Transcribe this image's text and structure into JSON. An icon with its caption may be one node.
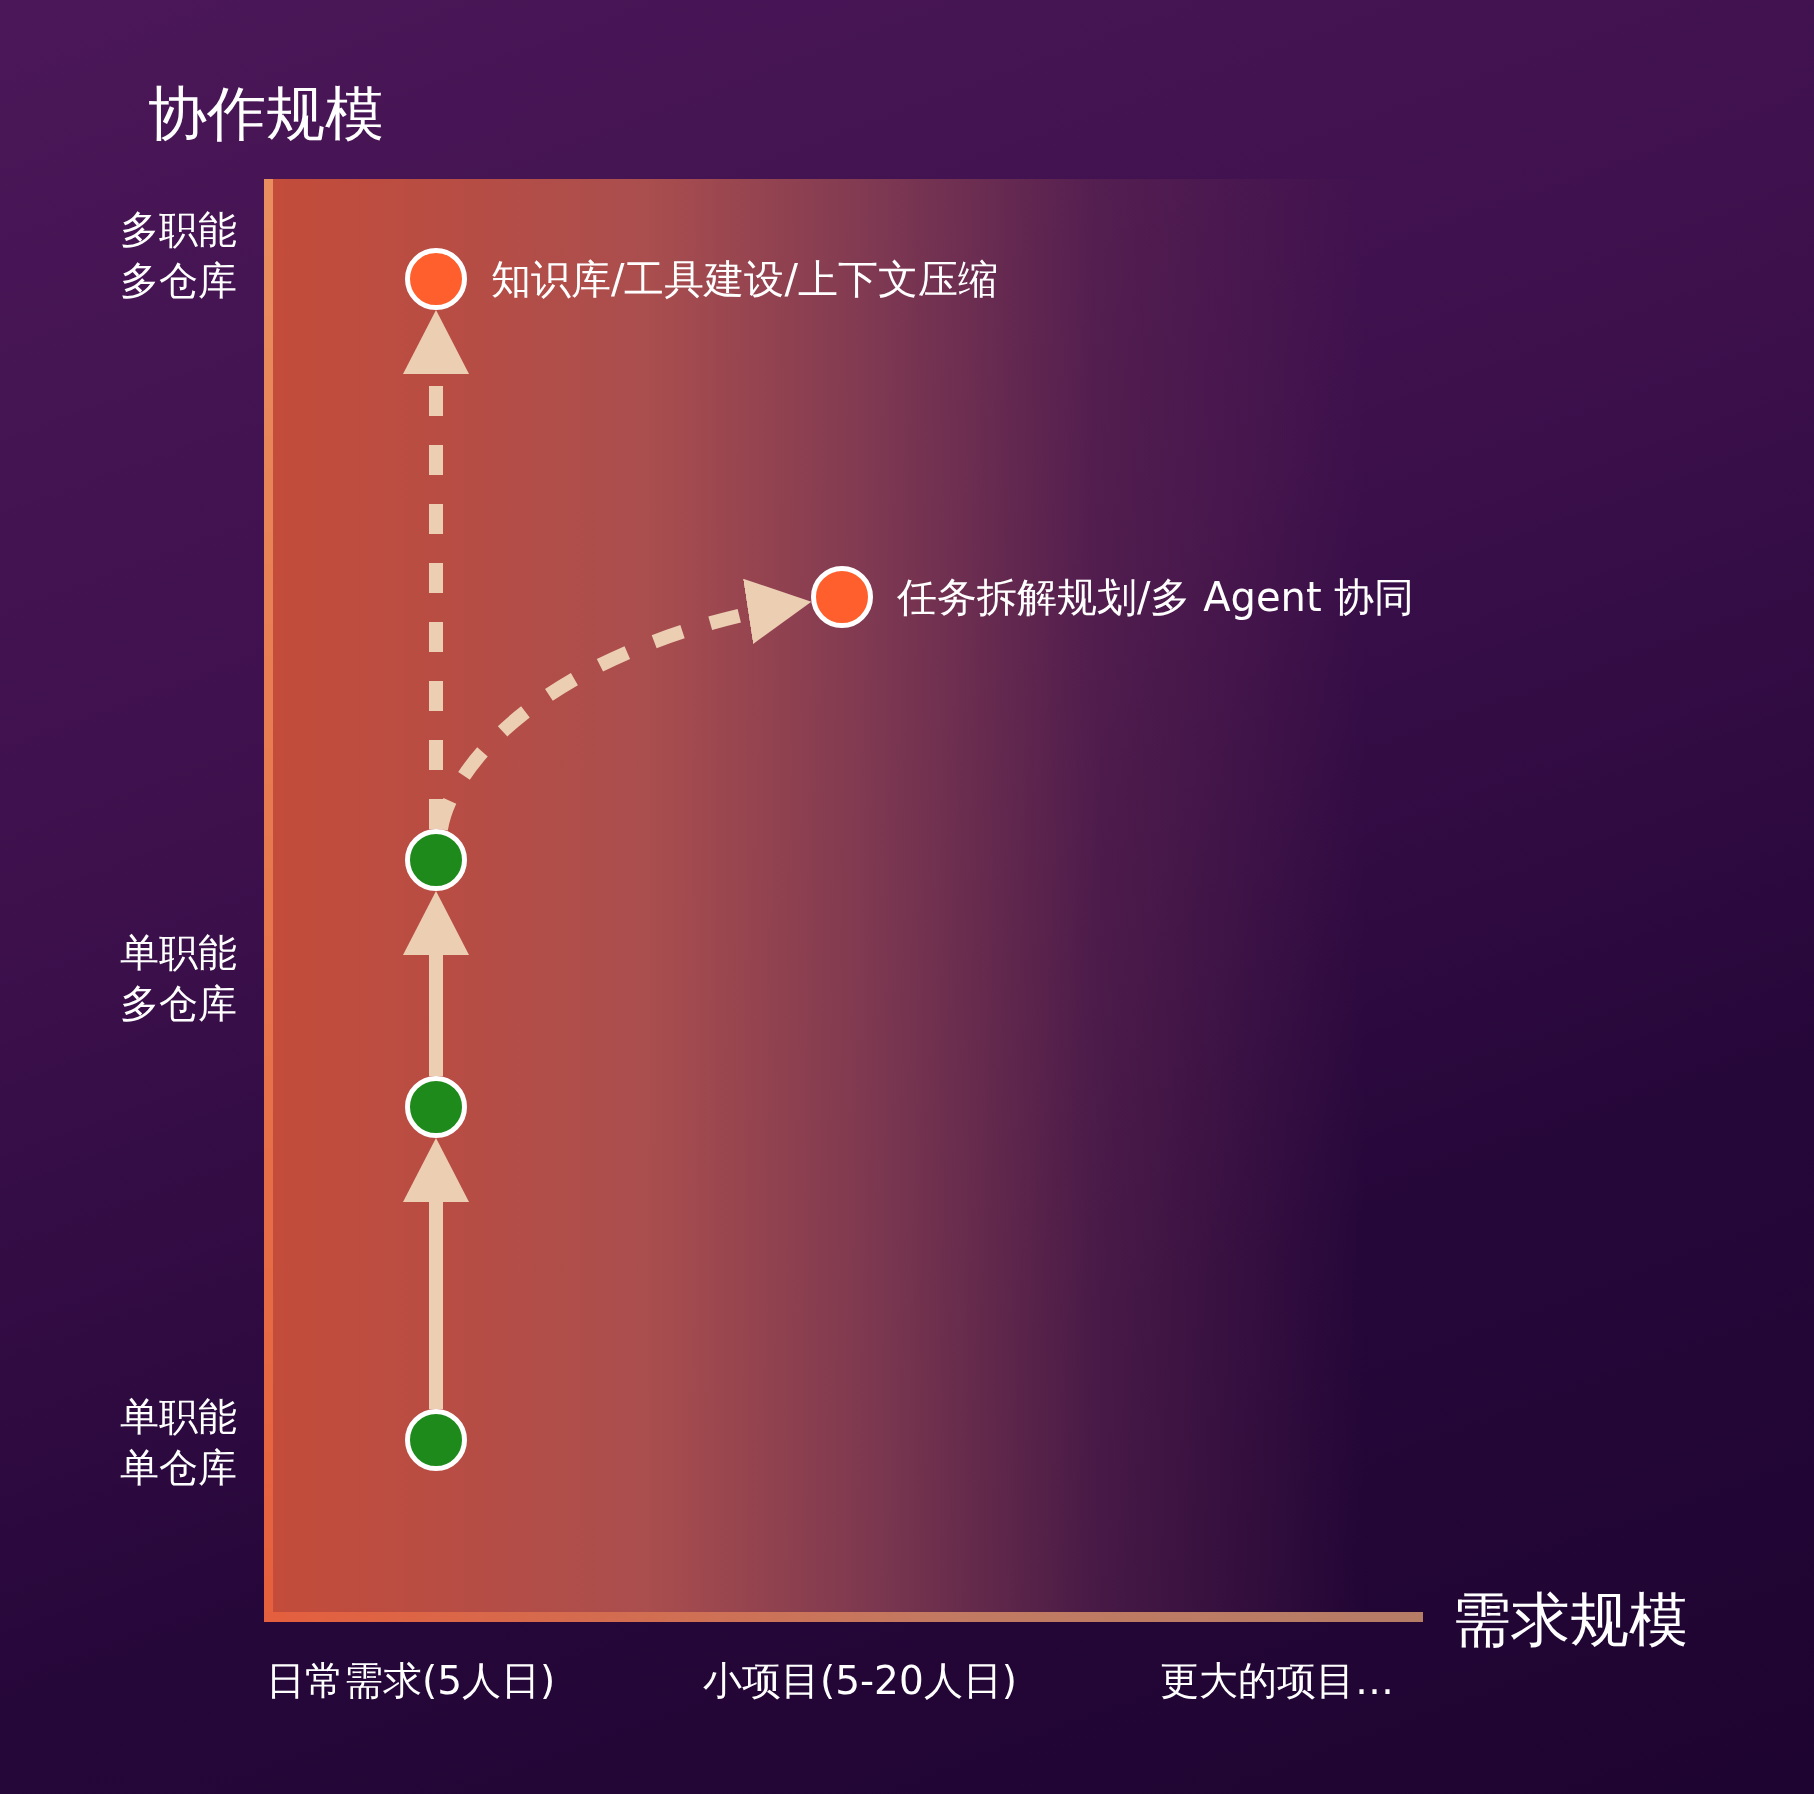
{
  "diagram": {
    "nodes": [
      {
        "text": [],
        "shape": "circle",
        "beside": [
          "知识库/工具建设/上下文压缩"
        ]
      },
      {
        "text": [],
        "shape": "circle",
        "beside": [
          "任务拆解规划/多 Agent 协同"
        ]
      },
      {
        "text": [],
        "shape": "circle"
      },
      {
        "text": [],
        "shape": "circle"
      },
      {
        "text": [],
        "shape": "circle"
      }
    ],
    "edges": [
      {
        "from": 4,
        "to": 3,
        "arrow": "to"
      },
      {
        "from": 3,
        "to": 2,
        "arrow": "to"
      },
      {
        "from": 2,
        "to": 0,
        "arrow": "to",
        "style": "dashed"
      },
      {
        "from": 2,
        "to": 1,
        "arrow": "to",
        "style": "dashed"
      }
    ],
    "labels": [
      "协作规模",
      "多职能多仓库",
      "单职能多仓库",
      "单职能单仓库",
      "需求规模",
      "日常需求(5人日)",
      "小项目(5-20人日)",
      "更大的项目…"
    ]
  }
}
